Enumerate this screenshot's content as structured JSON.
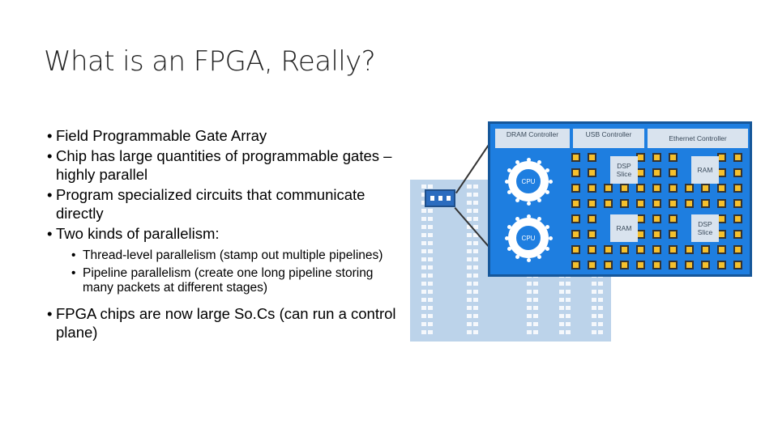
{
  "slide": {
    "title": "What is an FPGA, Really?",
    "bullets": [
      {
        "text": "Field Programmable Gate Array"
      },
      {
        "text": "Chip has large quantities of programmable gates – highly parallel"
      },
      {
        "text": "Program specialized circuits that communicate directly"
      },
      {
        "text": "Two kinds of parallelism:"
      }
    ],
    "sub_bullets": [
      {
        "text": "Thread-level parallelism (stamp out multiple pipelines)"
      },
      {
        "text": "Pipeline parallelism (create one long pipeline storing many packets at different stages)"
      }
    ],
    "last_bullet": {
      "text": "FPGA chips are now large So.Cs (can run a control plane)"
    }
  },
  "diagram": {
    "controllers": [
      "DRAM Controller",
      "USB Controller",
      "Ethernet Controller"
    ],
    "blocks": [
      "DSP Slice",
      "RAM",
      "RAM",
      "DSP Slice"
    ],
    "cpus": [
      "CPU",
      "CPU"
    ],
    "colors": {
      "board": "#1e7ee0",
      "border": "#16579a",
      "cell": "#f5c02c",
      "rack": "#bcd3ea",
      "block": "#d9e3ee"
    }
  }
}
